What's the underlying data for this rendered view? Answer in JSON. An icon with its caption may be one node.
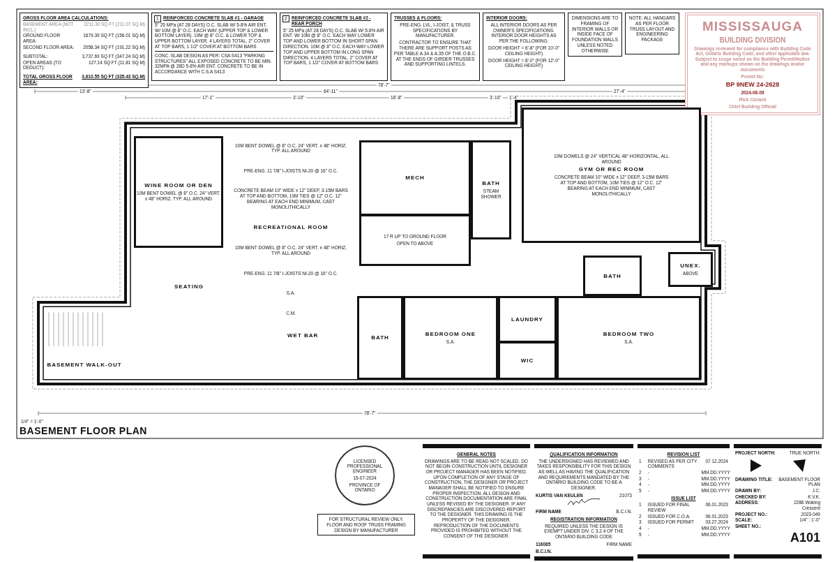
{
  "diagram": {
    "title": "BASEMENT FLOOR PLAN",
    "nodes": [
      {
        "text": [
          "GROSS FLOOR AREA CALCULATIONS:",
          "BASEMENT AREA (NOT INCL.)",
          "2211.30 SQ FT (211.07 SQ.M)",
          "GROUND FLOOR AREA:",
          "1679.39 SQ FT (156.01 SQ.M)",
          "SECOND FLOOR AREA:",
          "2058.34 SQ FT (191.22 SQ.M)",
          "SUBTOTAL:",
          "3,737.69 SQ FT (347.24 SQ.M)",
          "OPEN AREAS (TO DEDUCT):",
          "127.14 SQ FT (11.81 SQ.M)",
          "TOTAL GROSS FLOOR AREA:",
          "3,610.55 SQ FT (335.43 SQ.M)"
        ]
      },
      {
        "text": [
          "1",
          "REINFORCED CONCRETE SLAB #1 - GARAGE",
          "5\" 25 MPa (AT 28 DAYS) O.C. SLAB W/ 5-8% AIR ENT. W/ 10M @ 8\" O.C. EACH WAY (UPPER TOP & LOWER BOTTOM LAYER). 10M @ 8\" O.C. & LOWER TOP & UPPER BOTTOM LAYER. 4 LAYERS TOTAL. 2\" COVER AT TOP BARS, 1 1/2\" COVER AT BOTTOM BARS",
          "CONC. SLAB DESIGN AS PER: CSA S413 \"PARKING STRUCTURES\" ALL EXPOSED CONCRETE TO BE MIN. 32MPA @ 28D 5-8% AIR ENT. CONCRETE TO BE IN ACCORDANCE WITH C.S.A S413"
        ]
      },
      {
        "text": [
          "2",
          "REINFORCED CONCRETE SLAB #2 - REAR PORCH",
          "5\" 25 MPa (AT 28 DAYS) O.C. SLAB W/ 5-8% AIR ENT. W/ 10M @ 8\" O.C. EACH WAY LOWER TOP AND LOWER BOTTOM IN SHORT SPAN DIRECTION. 10M @ 8\" O.C. EACH WAY LOWER TOP AND UPPER BOTTOM IN LONG SPAN DIRECTION. 4 LAYERS TOTAL. 2\" COVER AT TOP BARS, 1 1/2\" COVER AT BOTTOM BARS"
        ]
      },
      {
        "text": [
          "TRUSSES & FLOORS:",
          "PRE-ENG. LVL, I-JOIST, & TRUSS SPECIFICATIONS BY MANUFACTURER.",
          "CONTRACTOR TO ENSURE THAT THERE ARE SUPPORT POSTS AS PER TABLE A.34 & A.35 OF THE O.B.C. AT THE ENDS OF GIRDER TRUSSES AND SUPPORTING LINTELS."
        ]
      },
      {
        "text": [
          "INTERIOR DOORS:",
          "ALL INTERIOR DOORS AS PER OWNER'S SPECIFICATIONS. INTERIOR DOOR HEIGHTS AS PER THE FOLLOWING:",
          "DOOR HEIGHT = 6'-8\" (FOR 10'-0\" CEILING HEIGHT)",
          "DOOR HEIGHT = 8'-0\" (FOR 12'-0\" CEILING HEIGHT)"
        ]
      },
      {
        "text": [
          "DIMENSIONS ARE TO FRAMING OF INTERIOR WALLS OR INSIDE FACE OF FOUNDATION WALLS UNLESS NOTED OTHERWISE"
        ]
      },
      {
        "text": [
          "NOTE: ALL HANGARS AS PER FLOOR TRUSS LAYOUT AND ENGINEERING PACKAGE"
        ]
      },
      {
        "text": [
          "MISSISSAUGA",
          "BUILDING DIVISION",
          "Drawings reviewed for compliance with Building Code Act, Ontario Building Code, and other applicable law. Subject to scope noted on the Building Permit/Notice and any markups shown on the drawings and/or documents",
          "Permit No:",
          "BP 9NEW 24-2628",
          "2024-08-09",
          "Rick Conard",
          "Chief Building Official"
        ]
      },
      {
        "text": [
          "WINE ROOM OR DEN",
          "10M BENT DOWEL @ 8\" O.C. 24\" VERT. x 48\" HORIZ. TYP. ALL AROUND"
        ]
      },
      {
        "text": [
          "10M BENT DOWEL @ 8\" O.C. 24\" VERT. x 48\" HORIZ. TYP. ALL AROUND",
          "PRE-ENG. 11 7/8\" I-JOISTS NI-20 @ 16\" O.C.",
          "CONCRETE BEAM 10\" WIDE x 12\" DEEP, 3-15M BARS AT TOP AND BOTTOM, 10M TIES @ 12\" O.C. 12\" BEARING AT EACH END MINIMUM, CAST MONOLITHICALLY",
          "RECREATIONAL ROOM",
          "10M BENT DOWEL @ 8\" O.C. 24\" VERT. x 48\" HORIZ. TYP. ALL AROUND",
          "PRE-ENG. 11 7/8\" I-JOISTS NI-20 @ 16\" O.C.",
          "S.A.",
          "C.M."
        ]
      },
      {
        "text": [
          "MECH"
        ]
      },
      {
        "text": [
          "BATH",
          "STEAM SHOWER"
        ]
      },
      {
        "text": [
          "17 R UP TO GROUND FLOOR",
          "OPEN TO ABOVE"
        ]
      },
      {
        "text": [
          "10M DOWELS @ 24\" VERTICAL 48\" HORIZONTAL, ALL AROUND",
          "GYM OR REC ROOM",
          "CONCRETE BEAM 10\" WIDE x 12\" DEEP, 3-15M BARS AT TOP AND BOTTOM, 10M TIES @ 12\" O.C. 12\" BEARING AT EACH END MINIMUM, CAST MONOLITHICALLY"
        ]
      },
      {
        "text": [
          "UNEX.",
          "ABOVE"
        ]
      },
      {
        "text": [
          "BATH"
        ]
      },
      {
        "text": [
          "BATH"
        ]
      },
      {
        "text": [
          "BEDROOM ONE",
          "S.A."
        ]
      },
      {
        "text": [
          "LAUNDRY"
        ]
      },
      {
        "text": [
          "WIC"
        ]
      },
      {
        "text": [
          "BEDROOM TWO",
          "S.A."
        ]
      },
      {
        "text": [
          "BASEMENT WALK-OUT"
        ]
      },
      {
        "text": [
          "LICENSED PROFESSIONAL ENGINEER",
          "15-07-2024",
          "PROVINCE OF ONTARIO"
        ]
      },
      {
        "text": [
          "FOR STRUCTURAL REVIEW ONLY. FLOOR AND ROOF TRUSS FRAMING DESIGN BY MANUFACTURER"
        ]
      },
      {
        "text": [
          "GENERAL NOTES",
          "DRAWINGS ARE TO BE READ NOT SCALED. DO NOT BEGIN CONSTRUCTION UNTIL DESIGNER OR PROJECT MANAGER HAS BEEN NOTIFIED. UPON COMPLETION OF ANY STAGE OF CONSTRUCTION, THE DESIGNER OR PROJECT MANAGER SHALL BE NOTIFIED TO ENSURE PROPER INSPECTION. ALL DESIGN AND CONSTRUCTION DOCUMENTATION ARE FINAL UNLESS REVISED BY THE DESIGNER. IF ANY DISCREPANCIES ARE DISCOVERED REPORT TO THE DESIGNER. THIS DRAWING IS THE PROPERTY OF THE DESIGNER. REPRODUCTION OF THE DOCUMENTS PROVIDED IS PROHIBITED WITHOUT THE CONSENT OF THE DESIGNER."
        ]
      },
      {
        "text": [
          "QUALIFICATION INFORMATION",
          "THE UNDERSIGNED HAS REVIEWED AND TAKES RESPONSIBILITY FOR THIS DESIGN AS WELL AS HAVING THE QUALIFICATION AND REQUIREMENTS MANDATED BY THE ONTARIO BUILDING CODE TO BE A DESIGNER.",
          "KURTIS VAN KEULEN",
          "21073",
          "FIRM NAME",
          "B.C.I.N.",
          "REGISTRATION INFORMATION",
          "REQUIRED UNLESS THE DESIGN IS EXEMPT UNDER DIV. C 3.2.4 OF THE ONTARIO BUILDING CODE",
          "116085",
          "FIRM NAME",
          "B.C.I.N."
        ]
      },
      {
        "text": [
          "REVISION LIST",
          "1",
          "REVISED AS PER CITY COMMENTS",
          "07.12.2024",
          "2",
          "-",
          "MM.DD.YYYY",
          "3",
          "-",
          "MM.DD.YYYY",
          "4",
          "-",
          "MM.DD.YYYY",
          "5",
          "-",
          "MM.DD.YYYY",
          "ISSUE LIST",
          "1",
          "ISSUED FOR FINAL REVIEW",
          "06.01.2023",
          "2",
          "ISSUED FOR C.O.A.",
          "06.01.2023",
          "3",
          "ISSUED FOR PERMIT",
          "03.27.2024",
          "4",
          "-",
          "MM.DD.YYYY",
          "5",
          "-",
          "MM.DD.YYYY"
        ]
      },
      {
        "text": [
          "PROJECT NORTH:",
          "TRUE NORTH:",
          "DRAWING TITLE:",
          "BASEMENT FLOOR PLAN",
          "DRAWN BY:",
          "J.C.",
          "CHECKED BY:",
          "K.V.K.",
          "ADDRESS:",
          "2286 Woking Crescent",
          "PROJECT NO.:",
          "2023-049",
          "SCALE:",
          "1/4\" : 1'-0\"",
          "SHEET NO.:",
          "A101"
        ]
      }
    ],
    "labels": [
      "78'-7\"",
      "13'-8\"",
      "64'-11\"",
      "27'-4\"",
      "17'-1\"",
      "3'-10\"",
      "18'-8\"",
      "3'-10\"",
      "1'-4\"",
      "SEATING",
      "WET BAR",
      "78'-7\"",
      "1/4\" = 1'-0\""
    ]
  }
}
